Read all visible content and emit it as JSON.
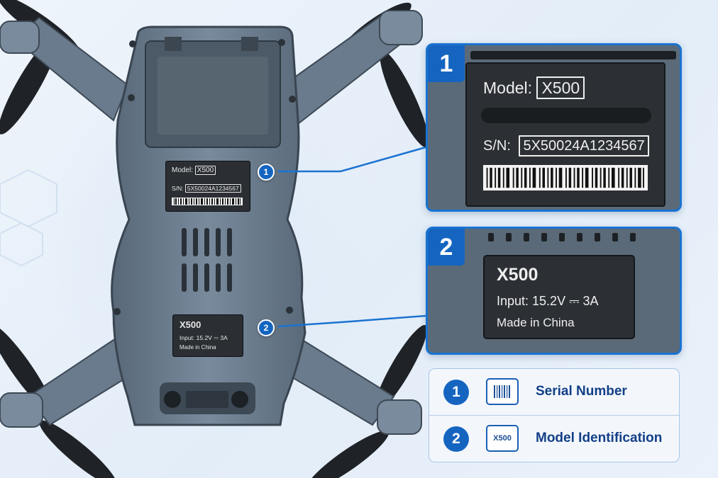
{
  "callout_numbers": {
    "one": "1",
    "two": "2"
  },
  "model_label": {
    "model_key": "Model:",
    "model_value": "X500",
    "sn_key": "S/N:",
    "sn_value": "5X50024A1234567"
  },
  "spec_label": {
    "model": "X500",
    "input": "Input: 15.2V ⎓ 3A",
    "origin": "Made in China"
  },
  "legend": {
    "items": [
      {
        "number": "1",
        "icon": "barcode-icon",
        "text": "Serial Number"
      },
      {
        "number": "2",
        "icon_text": "X500",
        "text": "Model Identification"
      }
    ]
  },
  "colors": {
    "accent": "#1565c0",
    "drone_body": "#6c7d8f",
    "label_bg": "#2c3034"
  }
}
